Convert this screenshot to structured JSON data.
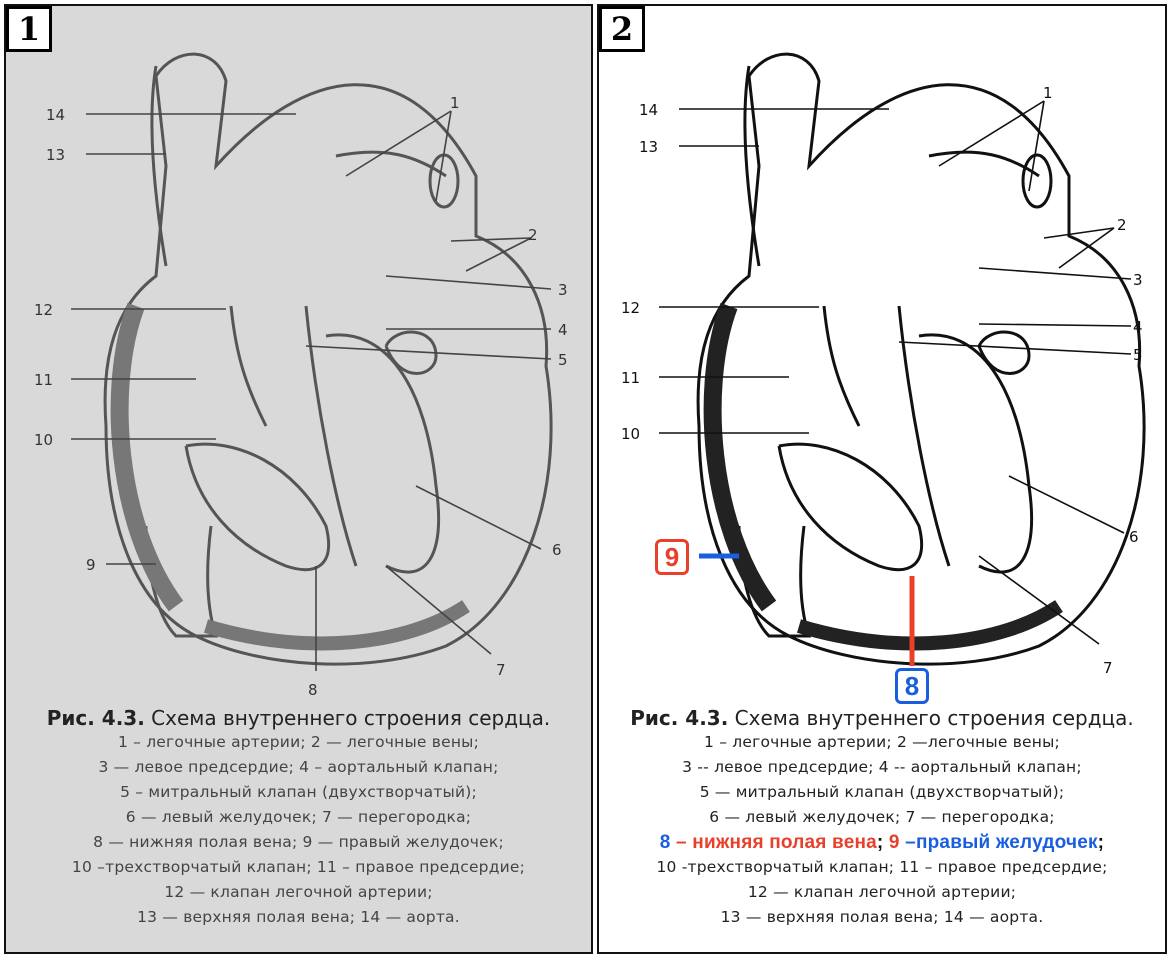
{
  "panels": [
    {
      "number": "1",
      "labels": [
        "14",
        "13",
        "1",
        "2",
        "3",
        "12",
        "4",
        "5",
        "11",
        "10",
        "6",
        "9",
        "7",
        "8"
      ],
      "caption": {
        "title_prefix": "Рис. 4.3.",
        "title_text": "Схема внутреннего строения сердца.",
        "lines": [
          "1 – легочные артерии; 2 — легочные вены;",
          "3 — левое предсердие;  4 – аортальный клапан;",
          "5 – митральный клапан (двухстворчатый);",
          "6 — левый желудочек; 7 — перегородка;",
          "8 — нижняя полая вена; 9 — правый желудочек;",
          "10 –трехстворчатый клапан; 11 – правое предсердие;",
          "12 — клапан легочной артерии;",
          "13 — верхняя полая вена;  14 — аорта."
        ]
      }
    },
    {
      "number": "2",
      "labels": [
        "14",
        "13",
        "1",
        "2",
        "3",
        "12",
        "4",
        "5",
        "11",
        "10",
        "6",
        "7"
      ],
      "highlights": {
        "nine": "9",
        "eight": "8"
      },
      "caption": {
        "title_prefix": "Рис. 4.3.",
        "title_text": "Схема внутреннего строения сердца.",
        "lines": [
          "1 – легочные артерии; 2 —легочные вены;",
          "3 -- левое предсердие; 4 -- аортальный клапан;",
          "5 — митральный клапан (двухстворчатый);",
          "6 — левый желудочек; 7 — перегородка;"
        ],
        "highlight_line": {
          "n8": "8",
          "dash1": " – ",
          "t8": "нижняя полая вена",
          "sep": "; ",
          "n9": "9",
          "dash2": " –",
          "t9": "правый желудочек",
          "end": ";"
        },
        "lines_after": [
          "10 -трехстворчатый клапан; 11 – правое предсердие;",
          "12 — клапан легочной артерии;",
          "13 — верхняя полая вена; 14 — аорта."
        ]
      }
    }
  ],
  "colors": {
    "red": "#e8402a",
    "blue": "#1a5ee0",
    "panel1_bg": "#d9d9d9"
  }
}
